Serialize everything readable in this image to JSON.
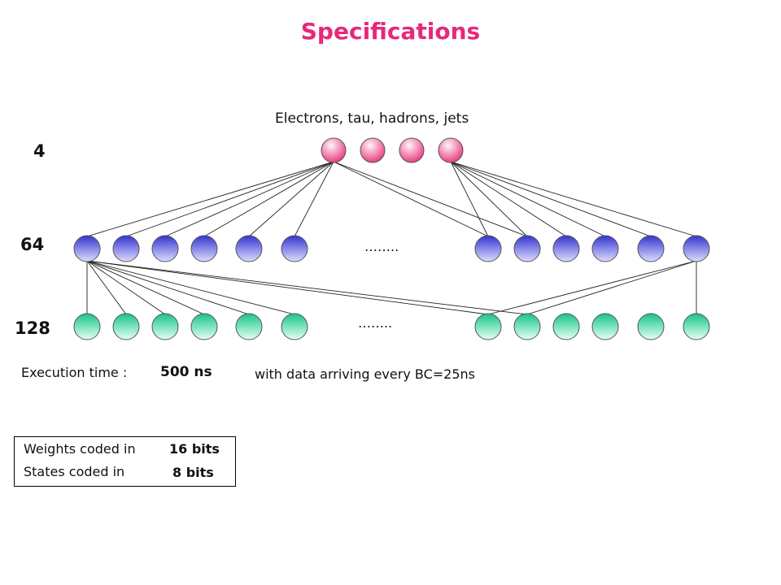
{
  "title": "Specifications",
  "top_label": "Electrons, tau, hadrons, jets",
  "layers": {
    "output": {
      "count_label": "4",
      "nodes_drawn": 4,
      "color": "#e8327a"
    },
    "hidden": {
      "count_label": "64",
      "nodes_drawn": 12,
      "ellipsis": "……..",
      "color": "#3b3bd6"
    },
    "input": {
      "count_label": "128",
      "nodes_drawn": 12,
      "ellipsis": "……..",
      "color": "#20c890"
    }
  },
  "execution": {
    "label": "Execution time :",
    "value": "500 ns",
    "note": "with data arriving every BC=25ns"
  },
  "bits": {
    "weights_label": "Weights coded in",
    "weights_value": "16 bits",
    "states_label": "States coded in",
    "states_value": "8 bits"
  }
}
